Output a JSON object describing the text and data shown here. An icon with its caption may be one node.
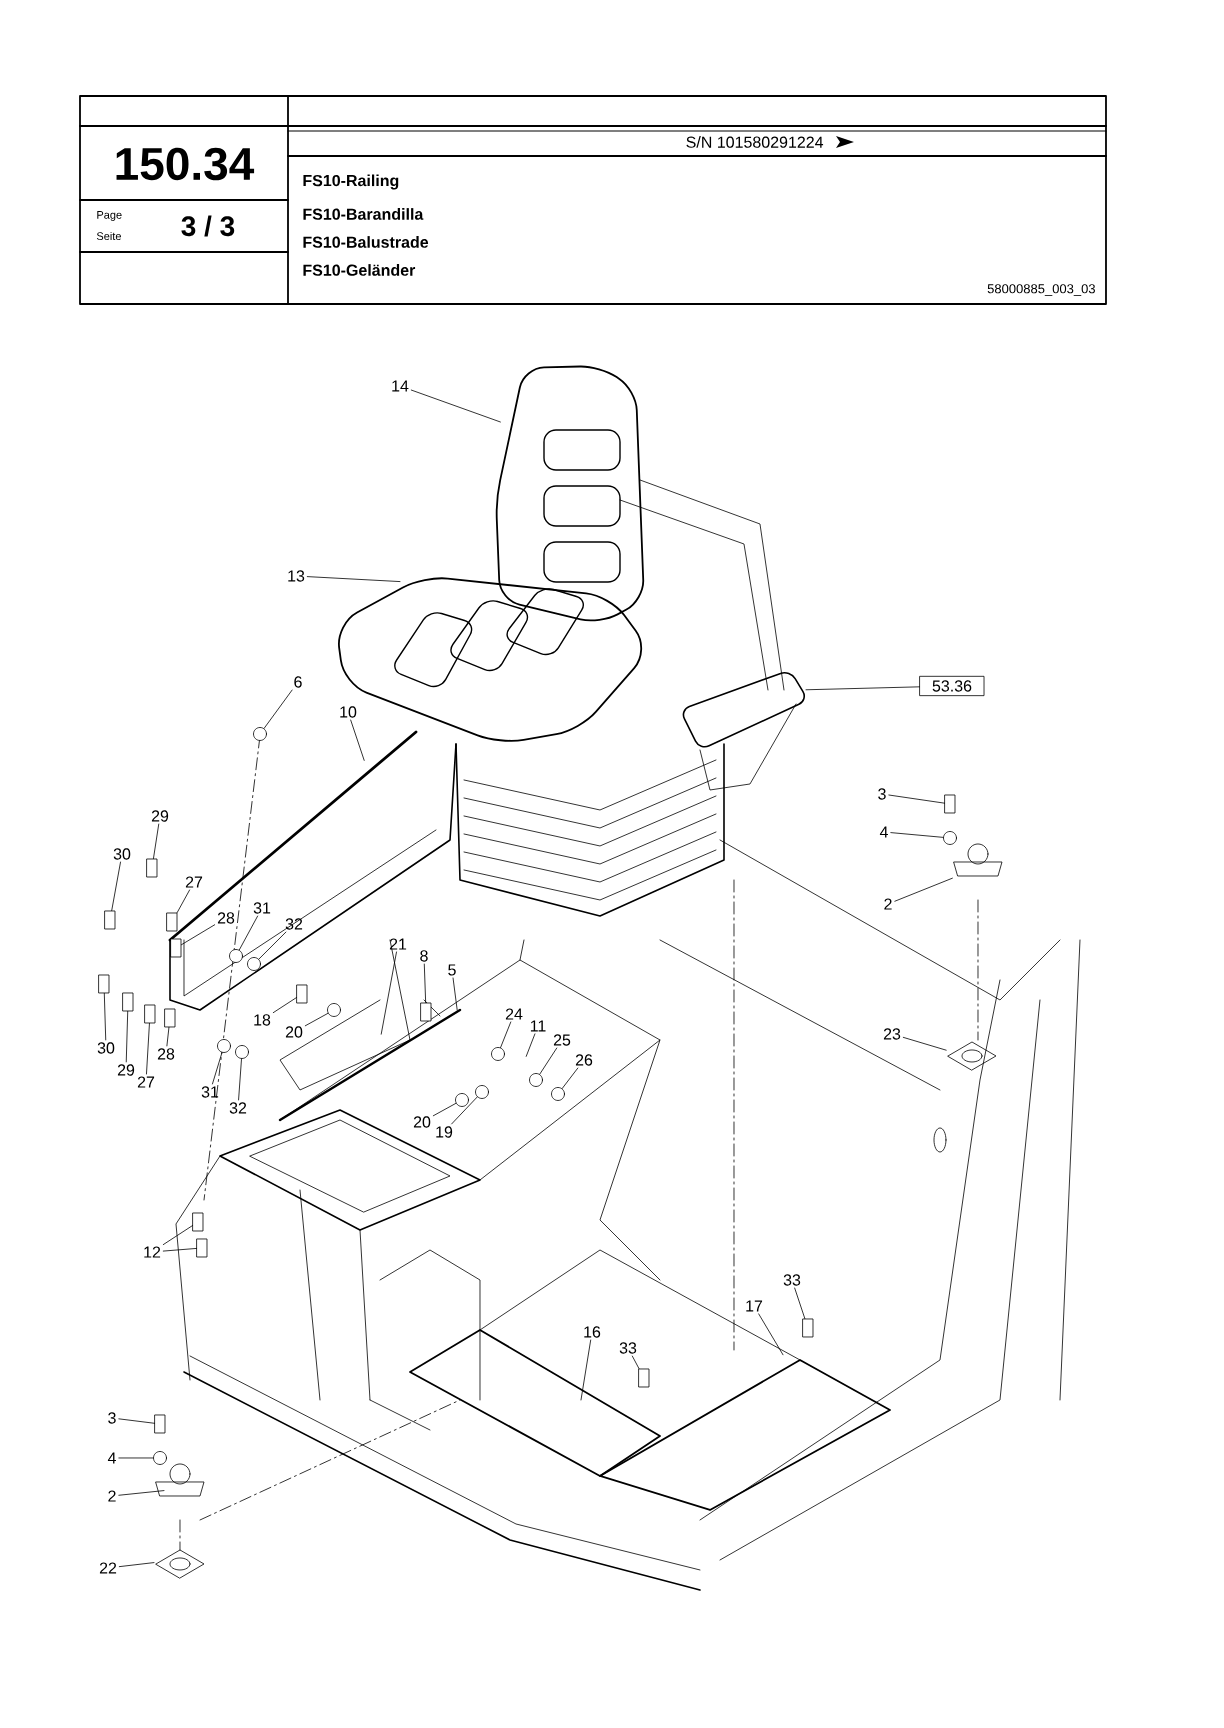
{
  "diagram": {
    "nodes": [
      {
        "text": [
          "14"
        ]
      },
      {
        "text": [
          "13"
        ]
      },
      {
        "text": [
          "53.36"
        ]
      },
      {
        "text": [
          "6"
        ]
      },
      {
        "text": [
          "10"
        ]
      },
      {
        "text": [
          "3"
        ]
      },
      {
        "text": [
          "29"
        ]
      },
      {
        "text": [
          "4"
        ]
      },
      {
        "text": [
          "30"
        ]
      },
      {
        "text": [
          "27"
        ]
      },
      {
        "text": [
          "2"
        ]
      },
      {
        "text": [
          "28"
        ]
      },
      {
        "text": [
          "31"
        ]
      },
      {
        "text": [
          "32"
        ]
      },
      {
        "text": [
          "21"
        ]
      },
      {
        "text": [
          "8"
        ]
      },
      {
        "text": [
          "5"
        ]
      },
      {
        "text": [
          "24"
        ]
      },
      {
        "text": [
          "18"
        ]
      },
      {
        "text": [
          "11"
        ]
      },
      {
        "text": [
          "20"
        ]
      },
      {
        "text": [
          "23"
        ]
      },
      {
        "text": [
          "25"
        ]
      },
      {
        "text": [
          "30"
        ]
      },
      {
        "text": [
          "26"
        ]
      },
      {
        "text": [
          "28"
        ]
      },
      {
        "text": [
          "29"
        ]
      },
      {
        "text": [
          "27"
        ]
      },
      {
        "text": [
          "31"
        ]
      },
      {
        "text": [
          "32"
        ]
      },
      {
        "text": [
          "20"
        ]
      },
      {
        "text": [
          "19"
        ]
      },
      {
        "text": [
          "12"
        ]
      },
      {
        "text": [
          "33"
        ]
      },
      {
        "text": [
          "17"
        ]
      },
      {
        "text": [
          "16"
        ]
      },
      {
        "text": [
          "33"
        ]
      },
      {
        "text": [
          "3"
        ]
      },
      {
        "text": [
          "4"
        ]
      },
      {
        "text": [
          "2"
        ]
      },
      {
        "text": [
          "22"
        ]
      },
      {
        "text": [],
        "shape": "circle"
      },
      {
        "text": [],
        "shape": "box"
      },
      {
        "text": [],
        "shape": "box"
      },
      {
        "text": [],
        "shape": "circle"
      },
      {
        "text": [],
        "shape": "box"
      },
      {
        "text": [],
        "shape": "box"
      },
      {
        "text": [],
        "shape": "box"
      },
      {
        "text": [],
        "shape": "circle"
      },
      {
        "text": [],
        "shape": "circle"
      },
      {
        "text": [],
        "shape": "box"
      },
      {
        "text": [],
        "shape": "circle"
      },
      {
        "text": [],
        "shape": "box"
      },
      {
        "text": [],
        "shape": "circle"
      },
      {
        "text": [],
        "shape": "circle"
      },
      {
        "text": [],
        "shape": "box"
      },
      {
        "text": [],
        "shape": "circle"
      },
      {
        "text": [],
        "shape": "box"
      },
      {
        "text": [],
        "shape": "box"
      },
      {
        "text": [],
        "shape": "box"
      },
      {
        "text": [],
        "shape": "circle"
      },
      {
        "text": [],
        "shape": "circle"
      },
      {
        "text": [],
        "shape": "circle"
      },
      {
        "text": [],
        "shape": "circle"
      },
      {
        "text": [],
        "shape": "box"
      },
      {
        "text": [],
        "shape": "box"
      },
      {
        "text": [],
        "shape": "box"
      },
      {
        "text": [],
        "shape": "box"
      },
      {
        "text": [],
        "shape": "box"
      },
      {
        "text": [],
        "shape": "circle"
      }
    ],
    "edges": [
      {
        "from": 0,
        "to": null,
        "arrow": "none"
      },
      {
        "from": 1,
        "to": null,
        "arrow": "none"
      },
      {
        "from": 2,
        "to": null,
        "arrow": "none"
      },
      {
        "from": 3,
        "to": 41,
        "arrow": "none"
      },
      {
        "from": 4,
        "to": null,
        "arrow": "none"
      },
      {
        "from": 5,
        "to": 42,
        "arrow": "none"
      },
      {
        "from": 6,
        "to": 43,
        "arrow": "none"
      },
      {
        "from": 7,
        "to": 44,
        "arrow": "none"
      },
      {
        "from": 8,
        "to": 45,
        "arrow": "none"
      },
      {
        "from": 9,
        "to": 46,
        "arrow": "none"
      },
      {
        "from": 10,
        "to": null,
        "arrow": "none"
      },
      {
        "from": 11,
        "to": 47,
        "arrow": "none"
      },
      {
        "from": 12,
        "to": 48,
        "arrow": "none"
      },
      {
        "from": 13,
        "to": 49,
        "arrow": "none"
      },
      {
        "from": 14,
        "to": null,
        "arrow": "none"
      },
      {
        "from": 15,
        "to": 50,
        "arrow": "none"
      },
      {
        "from": 16,
        "to": null,
        "arrow": "none"
      },
      {
        "from": 17,
        "to": 51,
        "arrow": "none"
      },
      {
        "from": 18,
        "to": 52,
        "arrow": "none"
      },
      {
        "from": 19,
        "to": null,
        "arrow": "none"
      },
      {
        "from": 20,
        "to": 53,
        "arrow": "none"
      },
      {
        "from": 21,
        "to": null,
        "arrow": "none"
      },
      {
        "from": 22,
        "to": 54,
        "arrow": "none"
      },
      {
        "from": 23,
        "to": 55,
        "arrow": "none"
      },
      {
        "from": 24,
        "to": 56,
        "arrow": "none"
      },
      {
        "from": 25,
        "to": 57,
        "arrow": "none"
      },
      {
        "from": 26,
        "to": 58,
        "arrow": "none"
      },
      {
        "from": 27,
        "to": 59,
        "arrow": "none"
      },
      {
        "from": 28,
        "to": 60,
        "arrow": "none"
      },
      {
        "from": 29,
        "to": 61,
        "arrow": "none"
      },
      {
        "from": 30,
        "to": 62,
        "arrow": "none"
      },
      {
        "from": 31,
        "to": 63,
        "arrow": "none"
      },
      {
        "from": 32,
        "to": 64,
        "arrow": "none"
      },
      {
        "from": 32,
        "to": 65,
        "arrow": "none"
      },
      {
        "from": 33,
        "to": 66,
        "arrow": "none"
      },
      {
        "from": 34,
        "to": null,
        "arrow": "none"
      },
      {
        "from": 35,
        "to": null,
        "arrow": "none"
      },
      {
        "from": 36,
        "to": 67,
        "arrow": "none"
      },
      {
        "from": 37,
        "to": 68,
        "arrow": "none"
      },
      {
        "from": 38,
        "to": 69,
        "arrow": "none"
      },
      {
        "from": 39,
        "to": null,
        "arrow": "none"
      },
      {
        "from": 40,
        "to": null,
        "arrow": "none"
      }
    ],
    "labels": [
      "S/N 101580291224",
      "150.34",
      "Page",
      "Seite",
      "3 / 3",
      "FS10-Railing",
      "FS10-Barandilla",
      "FS10-Balustrade",
      "FS10-Geländer",
      "58000885_003_03"
    ]
  }
}
